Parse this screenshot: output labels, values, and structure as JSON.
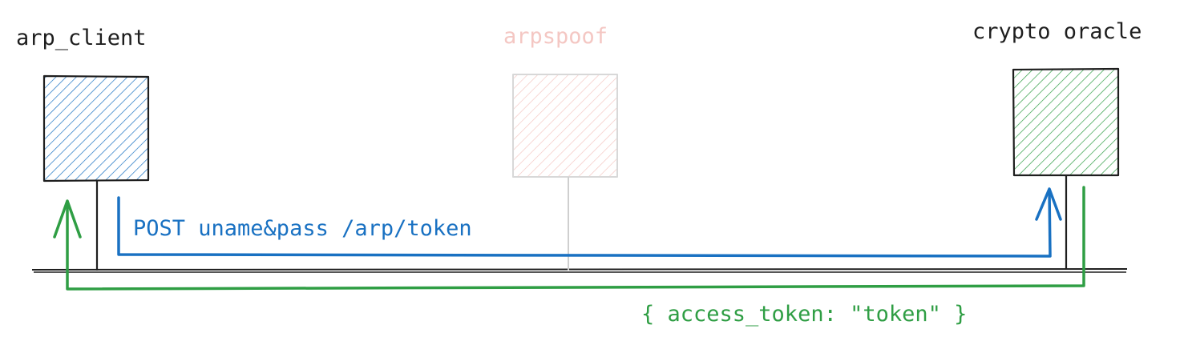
{
  "nodes": {
    "client": {
      "label": "arp_client",
      "color": "#1971c2"
    },
    "spoof": {
      "label": "arpspoof",
      "color": "#f4c7c3"
    },
    "oracle": {
      "label": "crypto oracle",
      "color": "#2f9e44"
    }
  },
  "messages": {
    "request": {
      "label": "POST uname&pass /arp/token",
      "color": "#1971c2"
    },
    "response": {
      "label": "{ access_token: \"token\" }",
      "color": "#2f9e44"
    }
  },
  "colors": {
    "stroke": "#1e1e1e",
    "network_line": "#1e1e1e",
    "spoof_stem": "#cfcfcf"
  }
}
